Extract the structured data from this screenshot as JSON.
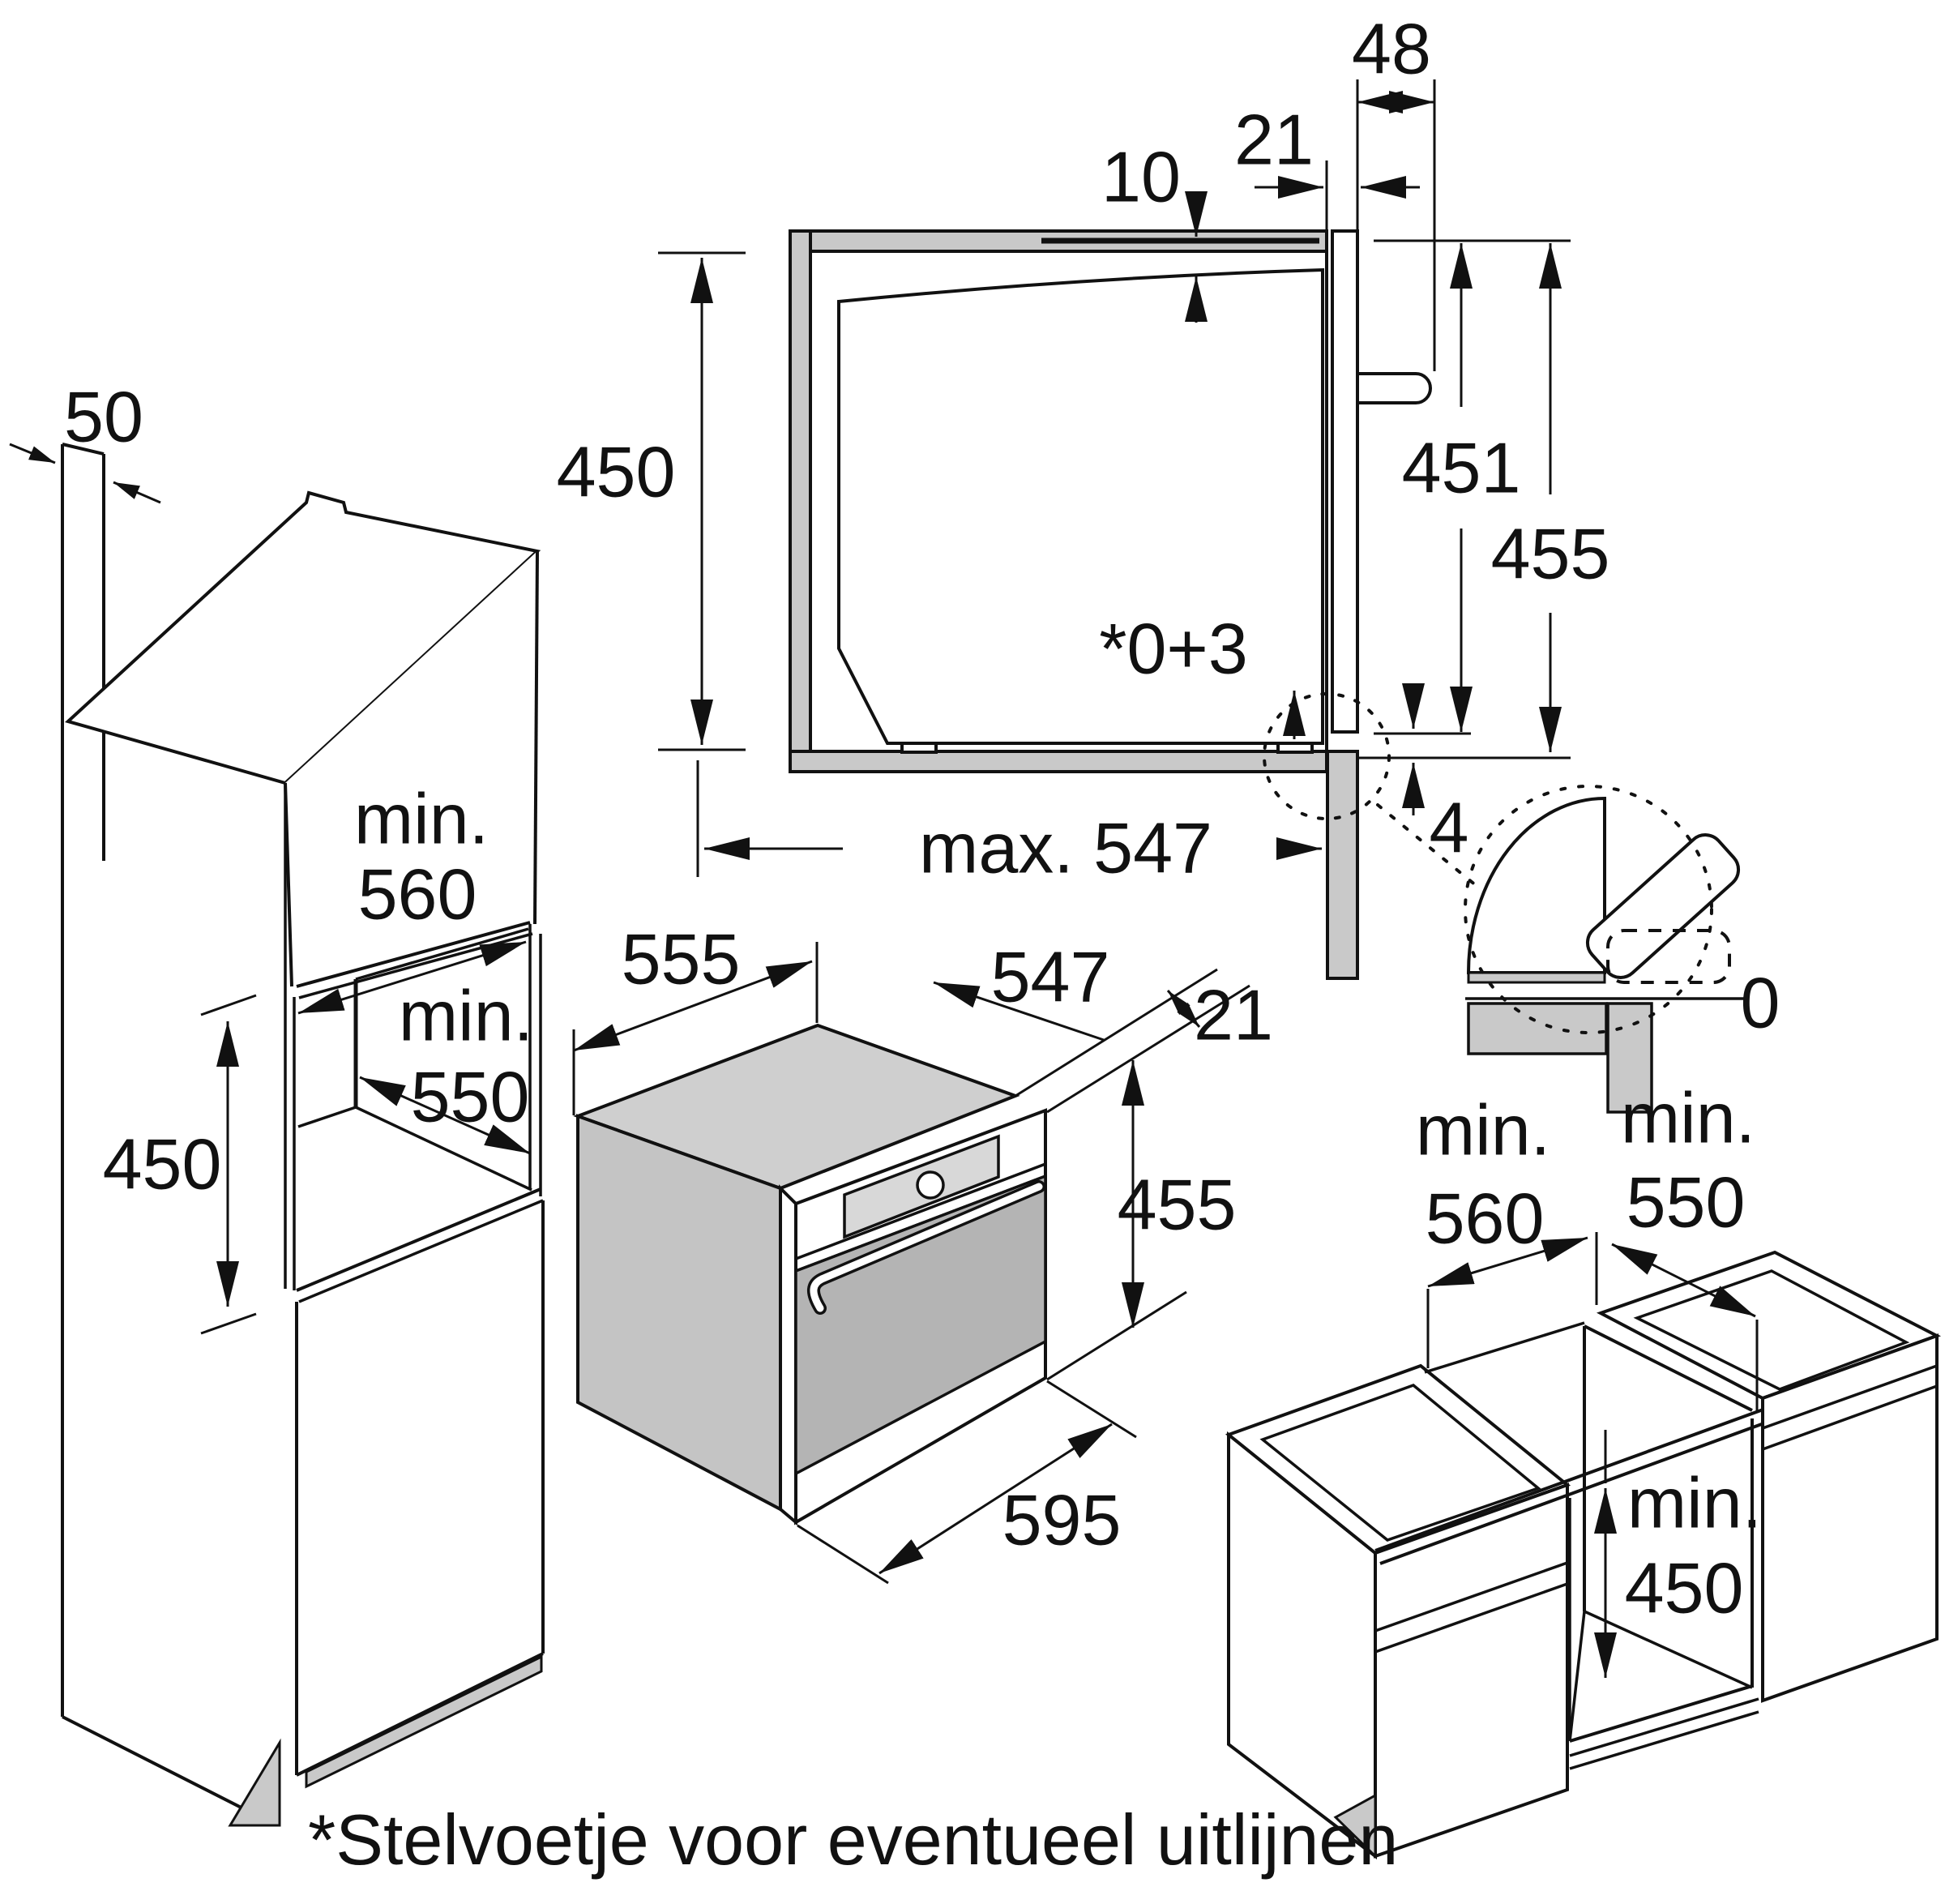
{
  "footnote": "*Stelvoetje voor eventueel uitlijnen",
  "section_view": {
    "niche_height": "450",
    "top_gap": "10",
    "front_offset": "21",
    "handle_depth": "48",
    "oven_height": "451",
    "total_height": "455",
    "foot_adjust": "*0+3",
    "bottom_gap": "4",
    "max_depth": "max. 547",
    "detail_zero": "0"
  },
  "tall_cabinet_view": {
    "rear_gap": "50",
    "width_min": "min.",
    "width_val": "560",
    "depth_min": "min.",
    "depth_val": "550",
    "niche_height": "450"
  },
  "oven_view": {
    "body_depth": "555",
    "body_width": "547",
    "frame_offset": "21",
    "height": "455",
    "front_width": "595"
  },
  "base_cabinet_view": {
    "width_min": "min.",
    "width_val": "560",
    "depth_min": "min.",
    "depth_val": "550",
    "height_min": "min.",
    "height_val": "450"
  }
}
